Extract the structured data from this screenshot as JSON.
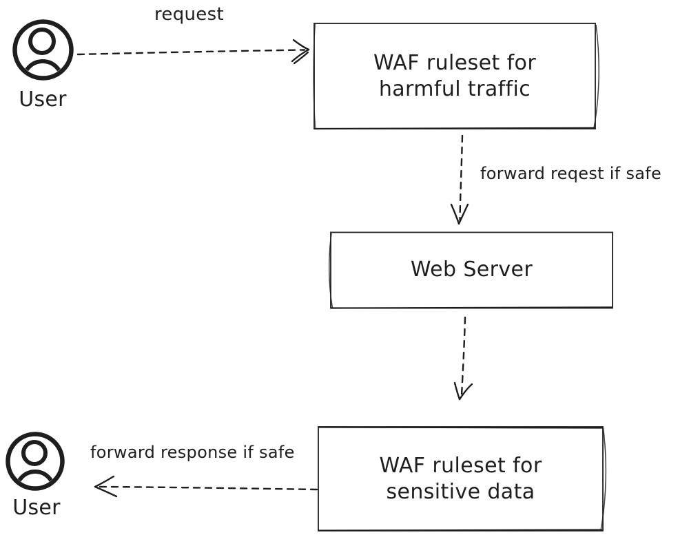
{
  "canvas": {
    "background": "#ffffff",
    "ink": "#1e1e1e"
  },
  "actors": {
    "top": {
      "label": "User",
      "icon": "user-avatar-icon"
    },
    "bottom": {
      "label": "User",
      "icon": "user-avatar-icon"
    }
  },
  "nodes": {
    "waf_harmful": {
      "lines": [
        "WAF ruleset for",
        "harmful traffic"
      ]
    },
    "web_server": {
      "lines": [
        "Web Server"
      ]
    },
    "waf_sensitive": {
      "lines": [
        "WAF ruleset for",
        "sensitive data"
      ]
    }
  },
  "edges": {
    "request": {
      "label": "request"
    },
    "forward_request": {
      "label": "forward reqest if safe"
    },
    "server_to_waf": {
      "label": ""
    },
    "forward_response": {
      "label": "forward response if safe"
    }
  }
}
